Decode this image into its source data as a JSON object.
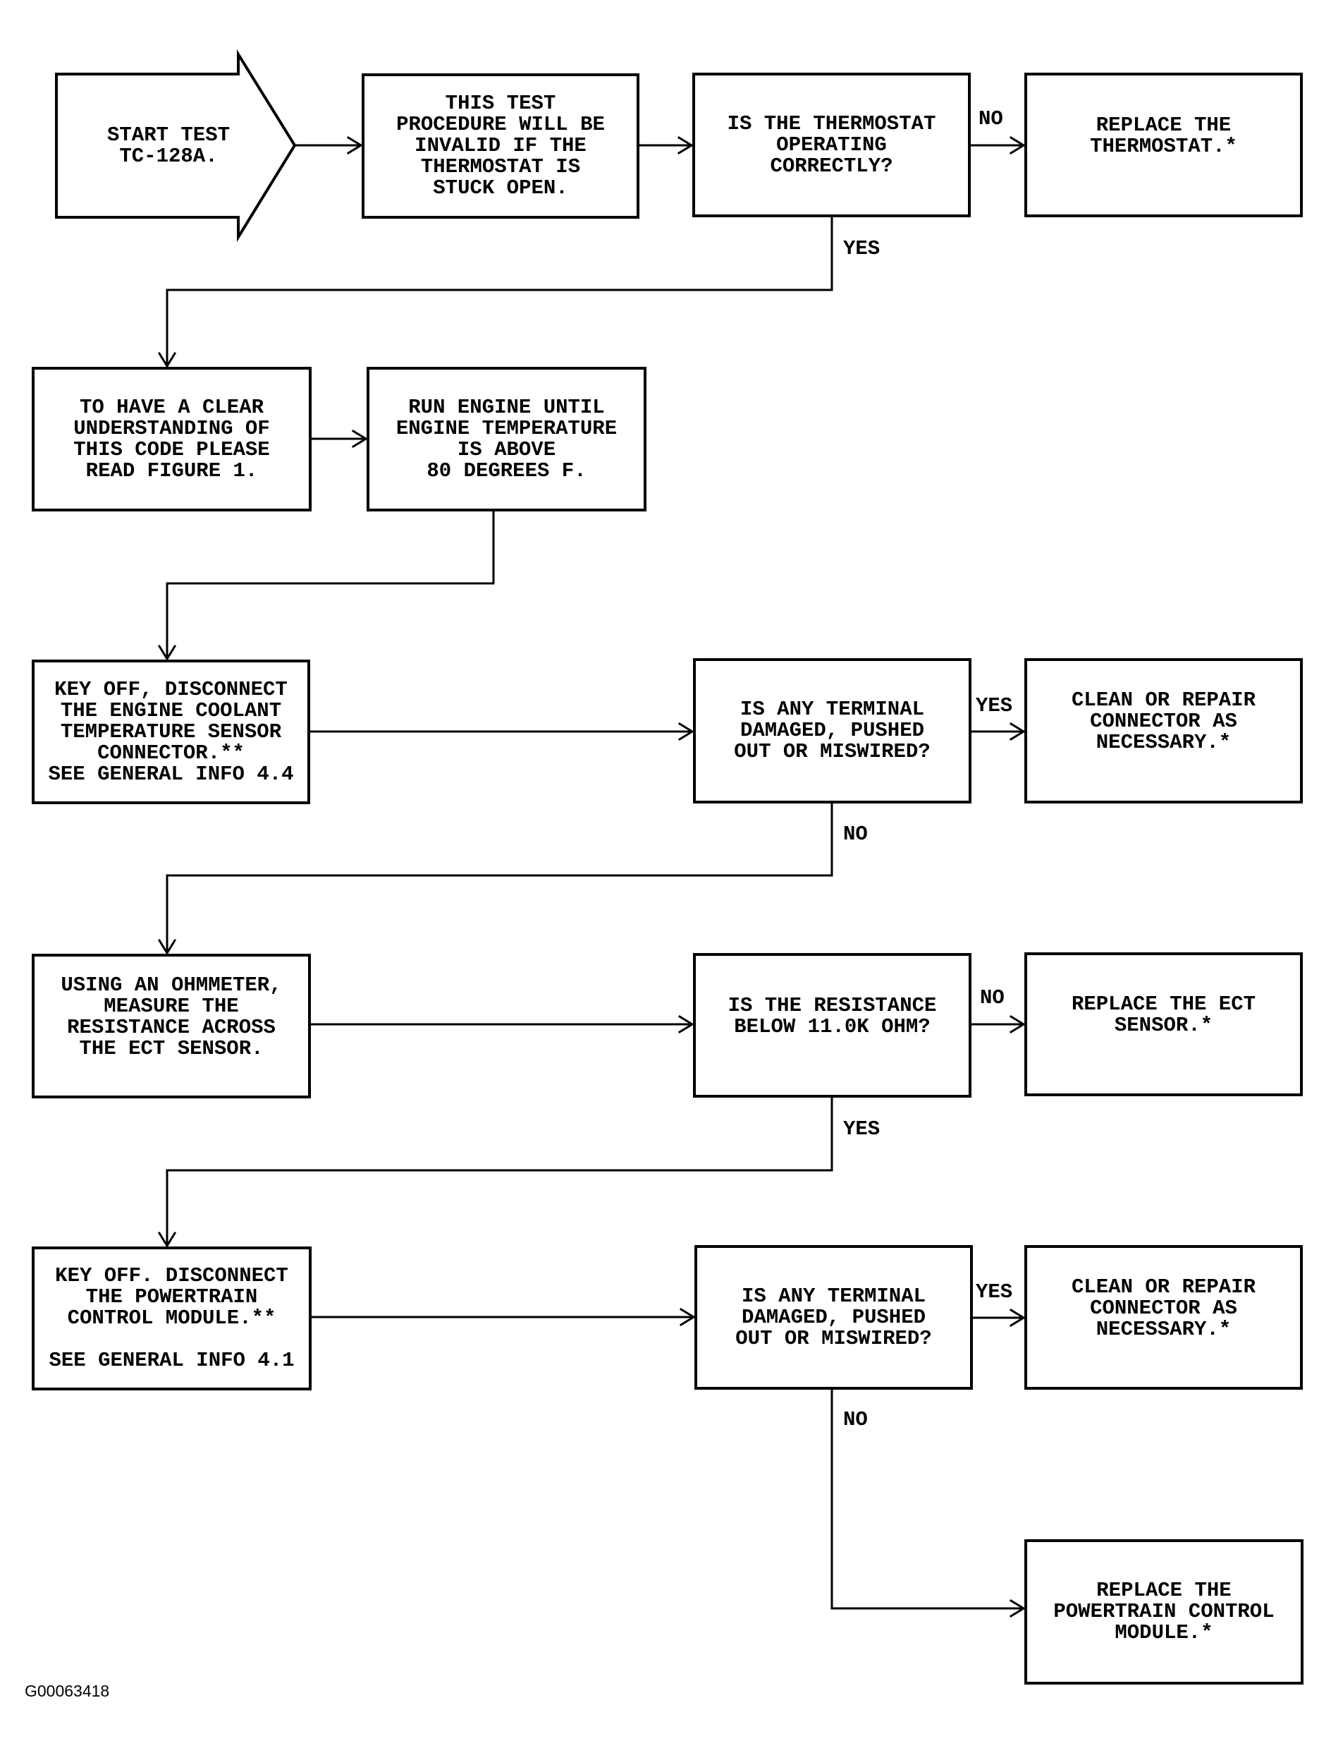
{
  "figure_id": "G00063418",
  "labels": {
    "yes": "YES",
    "no": "NO"
  },
  "nodes": {
    "start": {
      "text": "START TEST\nTC-128A."
    },
    "invalid_note": {
      "text": "THIS TEST\nPROCEDURE WILL BE\nINVALID IF THE\nTHERMOSTAT IS\nSTUCK OPEN."
    },
    "q_thermostat_ok": {
      "text": "IS THE THERMOSTAT\nOPERATING\nCORRECTLY?"
    },
    "replace_thermostat": {
      "text": "REPLACE THE\nTHERMOSTAT.*"
    },
    "read_figure": {
      "text": "TO HAVE A CLEAR\nUNDERSTANDING OF\nTHIS CODE PLEASE\nREAD FIGURE 1."
    },
    "run_engine": {
      "text": "RUN ENGINE UNTIL\nENGINE TEMPERATURE\nIS ABOVE\n80 DEGREES F."
    },
    "disconnect_ect_connector": {
      "text": "KEY OFF, DISCONNECT\nTHE ENGINE COOLANT\nTEMPERATURE SENSOR\nCONNECTOR.**\nSEE GENERAL INFO 4.4"
    },
    "q_terminal_damaged_1": {
      "text": "IS ANY TERMINAL\nDAMAGED, PUSHED\nOUT OR MISWIRED?"
    },
    "clean_connector_1": {
      "text": "CLEAN OR REPAIR\nCONNECTOR AS\nNECESSARY.*"
    },
    "measure_resistance": {
      "text": "USING AN OHMMETER,\nMEASURE THE\nRESISTANCE ACROSS\nTHE ECT SENSOR."
    },
    "q_resistance_below": {
      "text": "IS THE RESISTANCE\nBELOW 11.0K OHM?"
    },
    "replace_ect_sensor": {
      "text": "REPLACE THE ECT\nSENSOR.*"
    },
    "disconnect_pcm": {
      "text": "KEY OFF. DISCONNECT\nTHE POWERTRAIN\nCONTROL MODULE.**\n\nSEE GENERAL INFO 4.1"
    },
    "q_terminal_damaged_2": {
      "text": "IS ANY TERMINAL\nDAMAGED, PUSHED\nOUT OR MISWIRED?"
    },
    "clean_connector_2": {
      "text": "CLEAN OR REPAIR\nCONNECTOR AS\nNECESSARY.*"
    },
    "replace_pcm": {
      "text": "REPLACE THE\nPOWERTRAIN CONTROL\nMODULE.*"
    }
  },
  "colors": {
    "line": "#000000",
    "background": "#ffffff"
  }
}
